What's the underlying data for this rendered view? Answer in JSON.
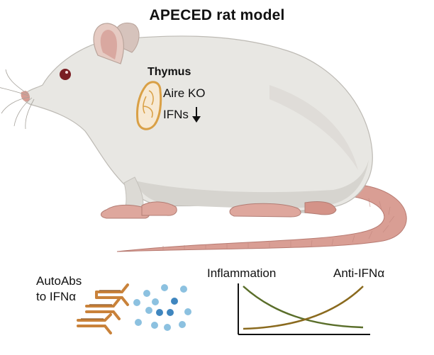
{
  "title": "APECED rat model",
  "thymus": {
    "title": "Thymus",
    "aire_label": "Aire KO",
    "ifn_label": "IFNs"
  },
  "antibodies": {
    "line1": "AutoAbs",
    "line2": "to IFNα"
  },
  "plot": {
    "series": [
      {
        "name": "Inflammation",
        "color": "#5a6e2a",
        "trend": "decreasing"
      },
      {
        "name": "Anti-IFNα",
        "color": "#8a6a1e",
        "trend": "increasing"
      }
    ]
  },
  "colors": {
    "rat_body": "#e8e7e3",
    "rat_shadow": "#cfcdc8",
    "rat_pink": "#e0a49a",
    "tail": "#d99e94",
    "thymus_outline": "#d9a046",
    "antibody": "#c9823a",
    "dot_light": "#8cc1e0",
    "dot_dark": "#3f86bf"
  },
  "icons": [
    "rat-illustration",
    "thymus-icon",
    "arrow-down-icon",
    "antibody-icon",
    "ifn-molecule-dots"
  ]
}
